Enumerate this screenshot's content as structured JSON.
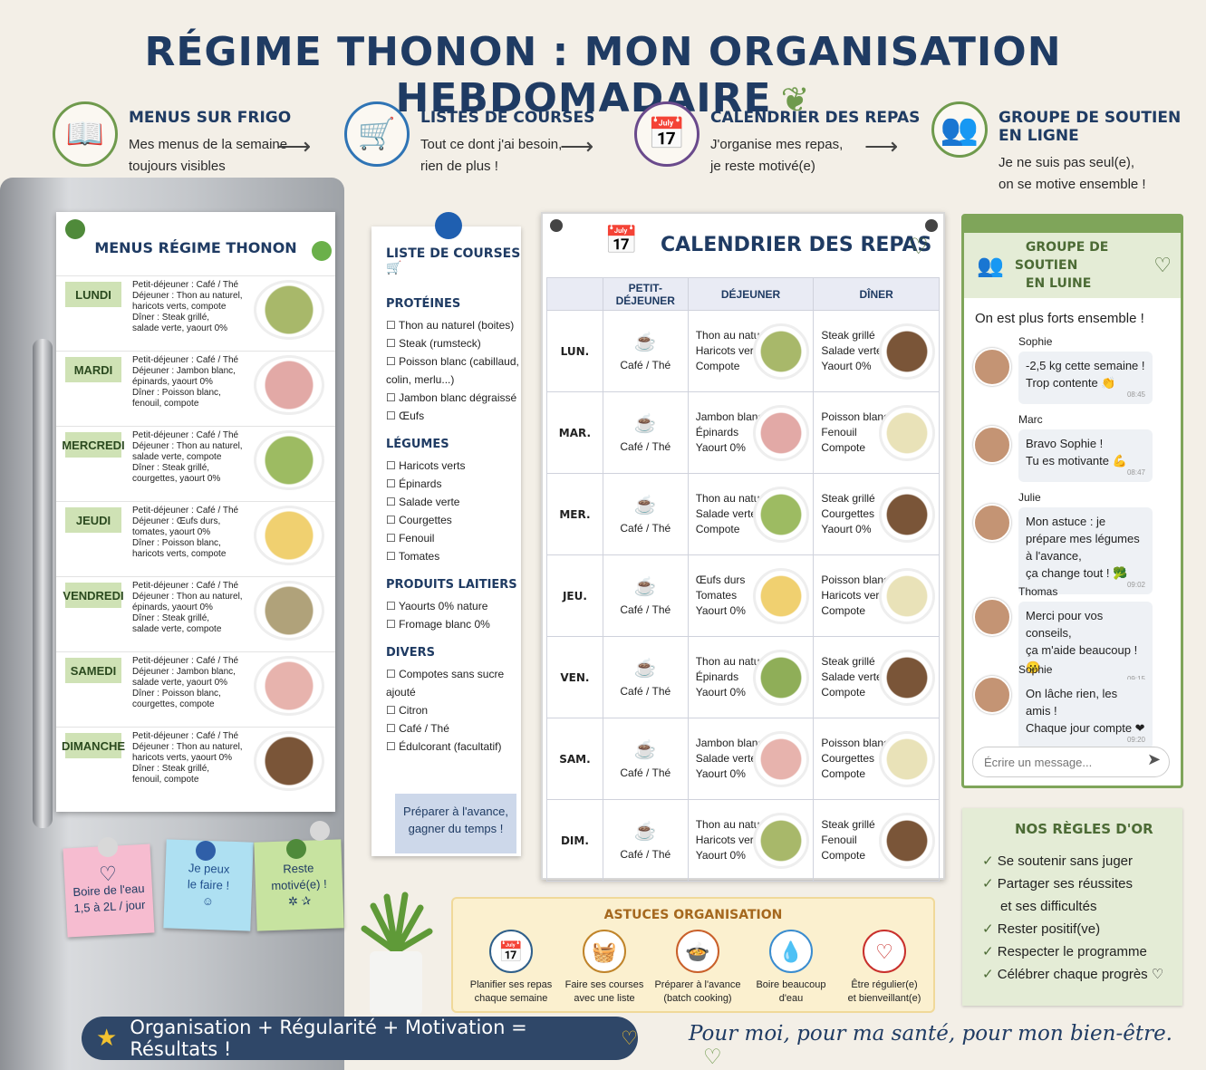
{
  "title": "RÉGIME THONON : MON ORGANISATION HEBDOMADAIRE",
  "steps": [
    {
      "title": "MENUS SUR FRIGO",
      "line1": "Mes menus de la semaine",
      "line2": "toujours visibles",
      "icon": "book-icon",
      "color": "#6f9a4d"
    },
    {
      "title": "LISTES DE COURSES",
      "line1": "Tout ce dont j'ai besoin,",
      "line2": "rien de plus !",
      "icon": "cart-icon",
      "color": "#2f74b5"
    },
    {
      "title": "CALENDRIER DES REPAS",
      "line1": "J'organise mes repas,",
      "line2": "je reste motivé(e)",
      "icon": "calendar-icon",
      "color": "#6a4a8c"
    },
    {
      "title": "GROUPE DE SOUTIEN EN LIGNE",
      "line1": "Je ne suis pas seul(e),",
      "line2": "on se motive ensemble !",
      "icon": "group-icon",
      "color": "#6f9a4d"
    }
  ],
  "fridge_menu": {
    "title": "MENUS RÉGIME THONON",
    "days": [
      {
        "day": "LUNDI",
        "l1": "Petit-déjeuner : Café / Thé",
        "l2": "Déjeuner : Thon au naturel,",
        "l3": "haricots verts, compote",
        "l4": "Dîner : Steak grillé,",
        "l5": "salade verte, yaourt 0%",
        "dish": "#a8b86a"
      },
      {
        "day": "MARDI",
        "l1": "Petit-déjeuner : Café / Thé",
        "l2": "Déjeuner : Jambon blanc,",
        "l3": "épinards, yaourt 0%",
        "l4": "Dîner : Poisson blanc,",
        "l5": "fenouil, compote",
        "dish": "#e2a9a6"
      },
      {
        "day": "MERCREDI",
        "l1": "Petit-déjeuner : Café / Thé",
        "l2": "Déjeuner : Thon au naturel,",
        "l3": "salade verte, compote",
        "l4": "Dîner : Steak grillé,",
        "l5": "courgettes, yaourt 0%",
        "dish": "#9dbb62"
      },
      {
        "day": "JEUDI",
        "l1": "Petit-déjeuner : Café / Thé",
        "l2": "Déjeuner : Œufs durs,",
        "l3": "tomates, yaourt 0%",
        "l4": "Dîner : Poisson blanc,",
        "l5": "haricots verts, compote",
        "dish": "#f0d070"
      },
      {
        "day": "VENDREDI",
        "l1": "Petit-déjeuner : Café / Thé",
        "l2": "Déjeuner : Thon au naturel,",
        "l3": "épinards, yaourt 0%",
        "l4": "Dîner : Steak grillé,",
        "l5": "salade verte, compote",
        "dish": "#b0a27a"
      },
      {
        "day": "SAMEDI",
        "l1": "Petit-déjeuner : Café / Thé",
        "l2": "Déjeuner : Jambon blanc,",
        "l3": "salade verte, yaourt 0%",
        "l4": "Dîner : Poisson blanc,",
        "l5": "courgettes, compote",
        "dish": "#e7b3ad"
      },
      {
        "day": "DIMANCHE",
        "l1": "Petit-déjeuner : Café / Thé",
        "l2": "Déjeuner : Thon au naturel,",
        "l3": "haricots verts, yaourt 0%",
        "l4": "Dîner : Steak grillé,",
        "l5": "fenouil, compote",
        "dish": "#7a5538"
      }
    ]
  },
  "notes": [
    {
      "l1": "Boire de l'eau",
      "l2": "1,5 à 2L / jour",
      "color": "#f6bcd0"
    },
    {
      "l1": "Je peux",
      "l2": "le faire !",
      "color": "#aee0f2"
    },
    {
      "l1": "Reste",
      "l2": "motivé(e) !",
      "color": "#c7e3a0"
    }
  ],
  "shopping": {
    "title": "LISTE DE COURSES",
    "sections": [
      {
        "name": "PROTÉINES",
        "items": [
          "☐ Thon au naturel (boites)",
          "☐ Steak (rumsteck)",
          "☐ Poisson blanc (cabillaud,",
          "   colin, merlu...)",
          "☐ Jambon blanc dégraissé",
          "☐ Œufs"
        ]
      },
      {
        "name": "LÉGUMES",
        "items": [
          "☐ Haricots verts",
          "☐ Épinards",
          "☐ Salade verte",
          "☐ Courgettes",
          "☐ Fenouil",
          "☐ Tomates"
        ]
      },
      {
        "name": "PRODUITS LAITIERS",
        "items": [
          "☐ Yaourts 0% nature",
          "☐ Fromage blanc 0%"
        ]
      },
      {
        "name": "DIVERS",
        "items": [
          "☐ Compotes sans sucre",
          "   ajouté",
          "☐ Citron",
          "☐ Café / Thé",
          "☐ Édulcorant (facultatif)"
        ]
      }
    ],
    "note_l1": "Préparer à l'avance,",
    "note_l2": "gagner du temps !"
  },
  "calendar": {
    "title": "CALENDRIER DES REPAS",
    "headers": [
      "PETIT-DÉJEUNER",
      "DÉJEUNER",
      "DÎNER"
    ],
    "rows": [
      {
        "day": "LUN.",
        "bf": "Café / Thé",
        "lunch": [
          "Thon au naturel",
          "Haricots verts",
          "Compote"
        ],
        "dinner": [
          "Steak grillé",
          "Salade verte",
          "Yaourt 0%"
        ],
        "lc": "#a8b86a",
        "dc": "#7a5538"
      },
      {
        "day": "MAR.",
        "bf": "Café / Thé",
        "lunch": [
          "Jambon blanc",
          "Épinards",
          "Yaourt 0%"
        ],
        "dinner": [
          "Poisson blanc",
          "Fenouil",
          "Compote"
        ],
        "lc": "#e2a9a6",
        "dc": "#e9e2b8"
      },
      {
        "day": "MER.",
        "bf": "Café / Thé",
        "lunch": [
          "Thon au naturel",
          "Salade verte",
          "Compote"
        ],
        "dinner": [
          "Steak grillé",
          "Courgettes",
          "Yaourt 0%"
        ],
        "lc": "#9dbb62",
        "dc": "#7a5538"
      },
      {
        "day": "JEU.",
        "bf": "Café / Thé",
        "lunch": [
          "Œufs durs",
          "Tomates",
          "Yaourt 0%"
        ],
        "dinner": [
          "Poisson blanc",
          "Haricots verts",
          "Compote"
        ],
        "lc": "#f0d070",
        "dc": "#e9e2b8"
      },
      {
        "day": "VEN.",
        "bf": "Café / Thé",
        "lunch": [
          "Thon au naturel",
          "Épinards",
          "Yaourt 0%"
        ],
        "dinner": [
          "Steak grillé",
          "Salade verte",
          "Compote"
        ],
        "lc": "#8fae58",
        "dc": "#7a5538"
      },
      {
        "day": "SAM.",
        "bf": "Café / Thé",
        "lunch": [
          "Jambon blanc",
          "Salade verte",
          "Yaourt 0%"
        ],
        "dinner": [
          "Poisson blanc",
          "Courgettes",
          "Compote"
        ],
        "lc": "#e7b3ad",
        "dc": "#e9e2b8"
      },
      {
        "day": "DIM.",
        "bf": "Café / Thé",
        "lunch": [
          "Thon au naturel",
          "Haricots verts",
          "Yaourt 0%"
        ],
        "dinner": [
          "Steak grillé",
          "Fenouil",
          "Compote"
        ],
        "lc": "#a8b86a",
        "dc": "#7a5538"
      }
    ]
  },
  "chat": {
    "title_l1": "GROUPE DE SOUTIEN",
    "title_l2": "EN LUINE",
    "tagline": "On est plus forts ensemble !",
    "messages": [
      {
        "name": "Sophie",
        "l1": "-2,5 kg cette semaine !",
        "l2": "Trop contente 👏",
        "time": "08:45"
      },
      {
        "name": "Marc",
        "l1": "Bravo Sophie !",
        "l2": "Tu es motivante 💪",
        "time": "08:47"
      },
      {
        "name": "Julie",
        "l1": "Mon astuce : je prépare mes légumes à l'avance,",
        "l2": "ça change tout ! 🥦",
        "time": "09:02"
      },
      {
        "name": "Thomas",
        "l1": "Merci pour vos conseils,",
        "l2": "ça m'aide beaucoup ! 🙂",
        "time": "09:15"
      },
      {
        "name": "Sophie",
        "l1": "On lâche rien, les amis !",
        "l2": "Chaque jour compte ❤",
        "time": "09:20"
      }
    ],
    "input_placeholder": "Écrire un message..."
  },
  "rules": {
    "title": "NOS RÈGLES D'OR",
    "items": [
      "Se soutenir sans juger",
      "Partager ses réussites",
      "et ses difficultés",
      "Rester positif(ve)",
      "Respecter le programme",
      "Célébrer chaque progrès ♡"
    ]
  },
  "tips": {
    "title": "ASTUCES ORGANISATION",
    "items": [
      {
        "l1": "Planifier ses repas",
        "l2": "chaque semaine",
        "icon": "calendar-icon",
        "color": "#2f5f8a"
      },
      {
        "l1": "Faire ses courses",
        "l2": "avec une liste",
        "icon": "basket-icon",
        "color": "#c0842a"
      },
      {
        "l1": "Préparer à l'avance",
        "l2": "(batch cooking)",
        "icon": "pot-icon",
        "color": "#c9602a"
      },
      {
        "l1": "Boire beaucoup",
        "l2": "d'eau",
        "icon": "water-drop-icon",
        "color": "#3a8ccf"
      },
      {
        "l1": "Être régulier(e)",
        "l2": "et bienveillant(e)",
        "icon": "heart-icon",
        "color": "#c9302c"
      }
    ]
  },
  "banner": "Organisation + Régularité + Motivation = Résultats !",
  "signature": "Pour moi, pour ma santé, pour mon bien-être."
}
